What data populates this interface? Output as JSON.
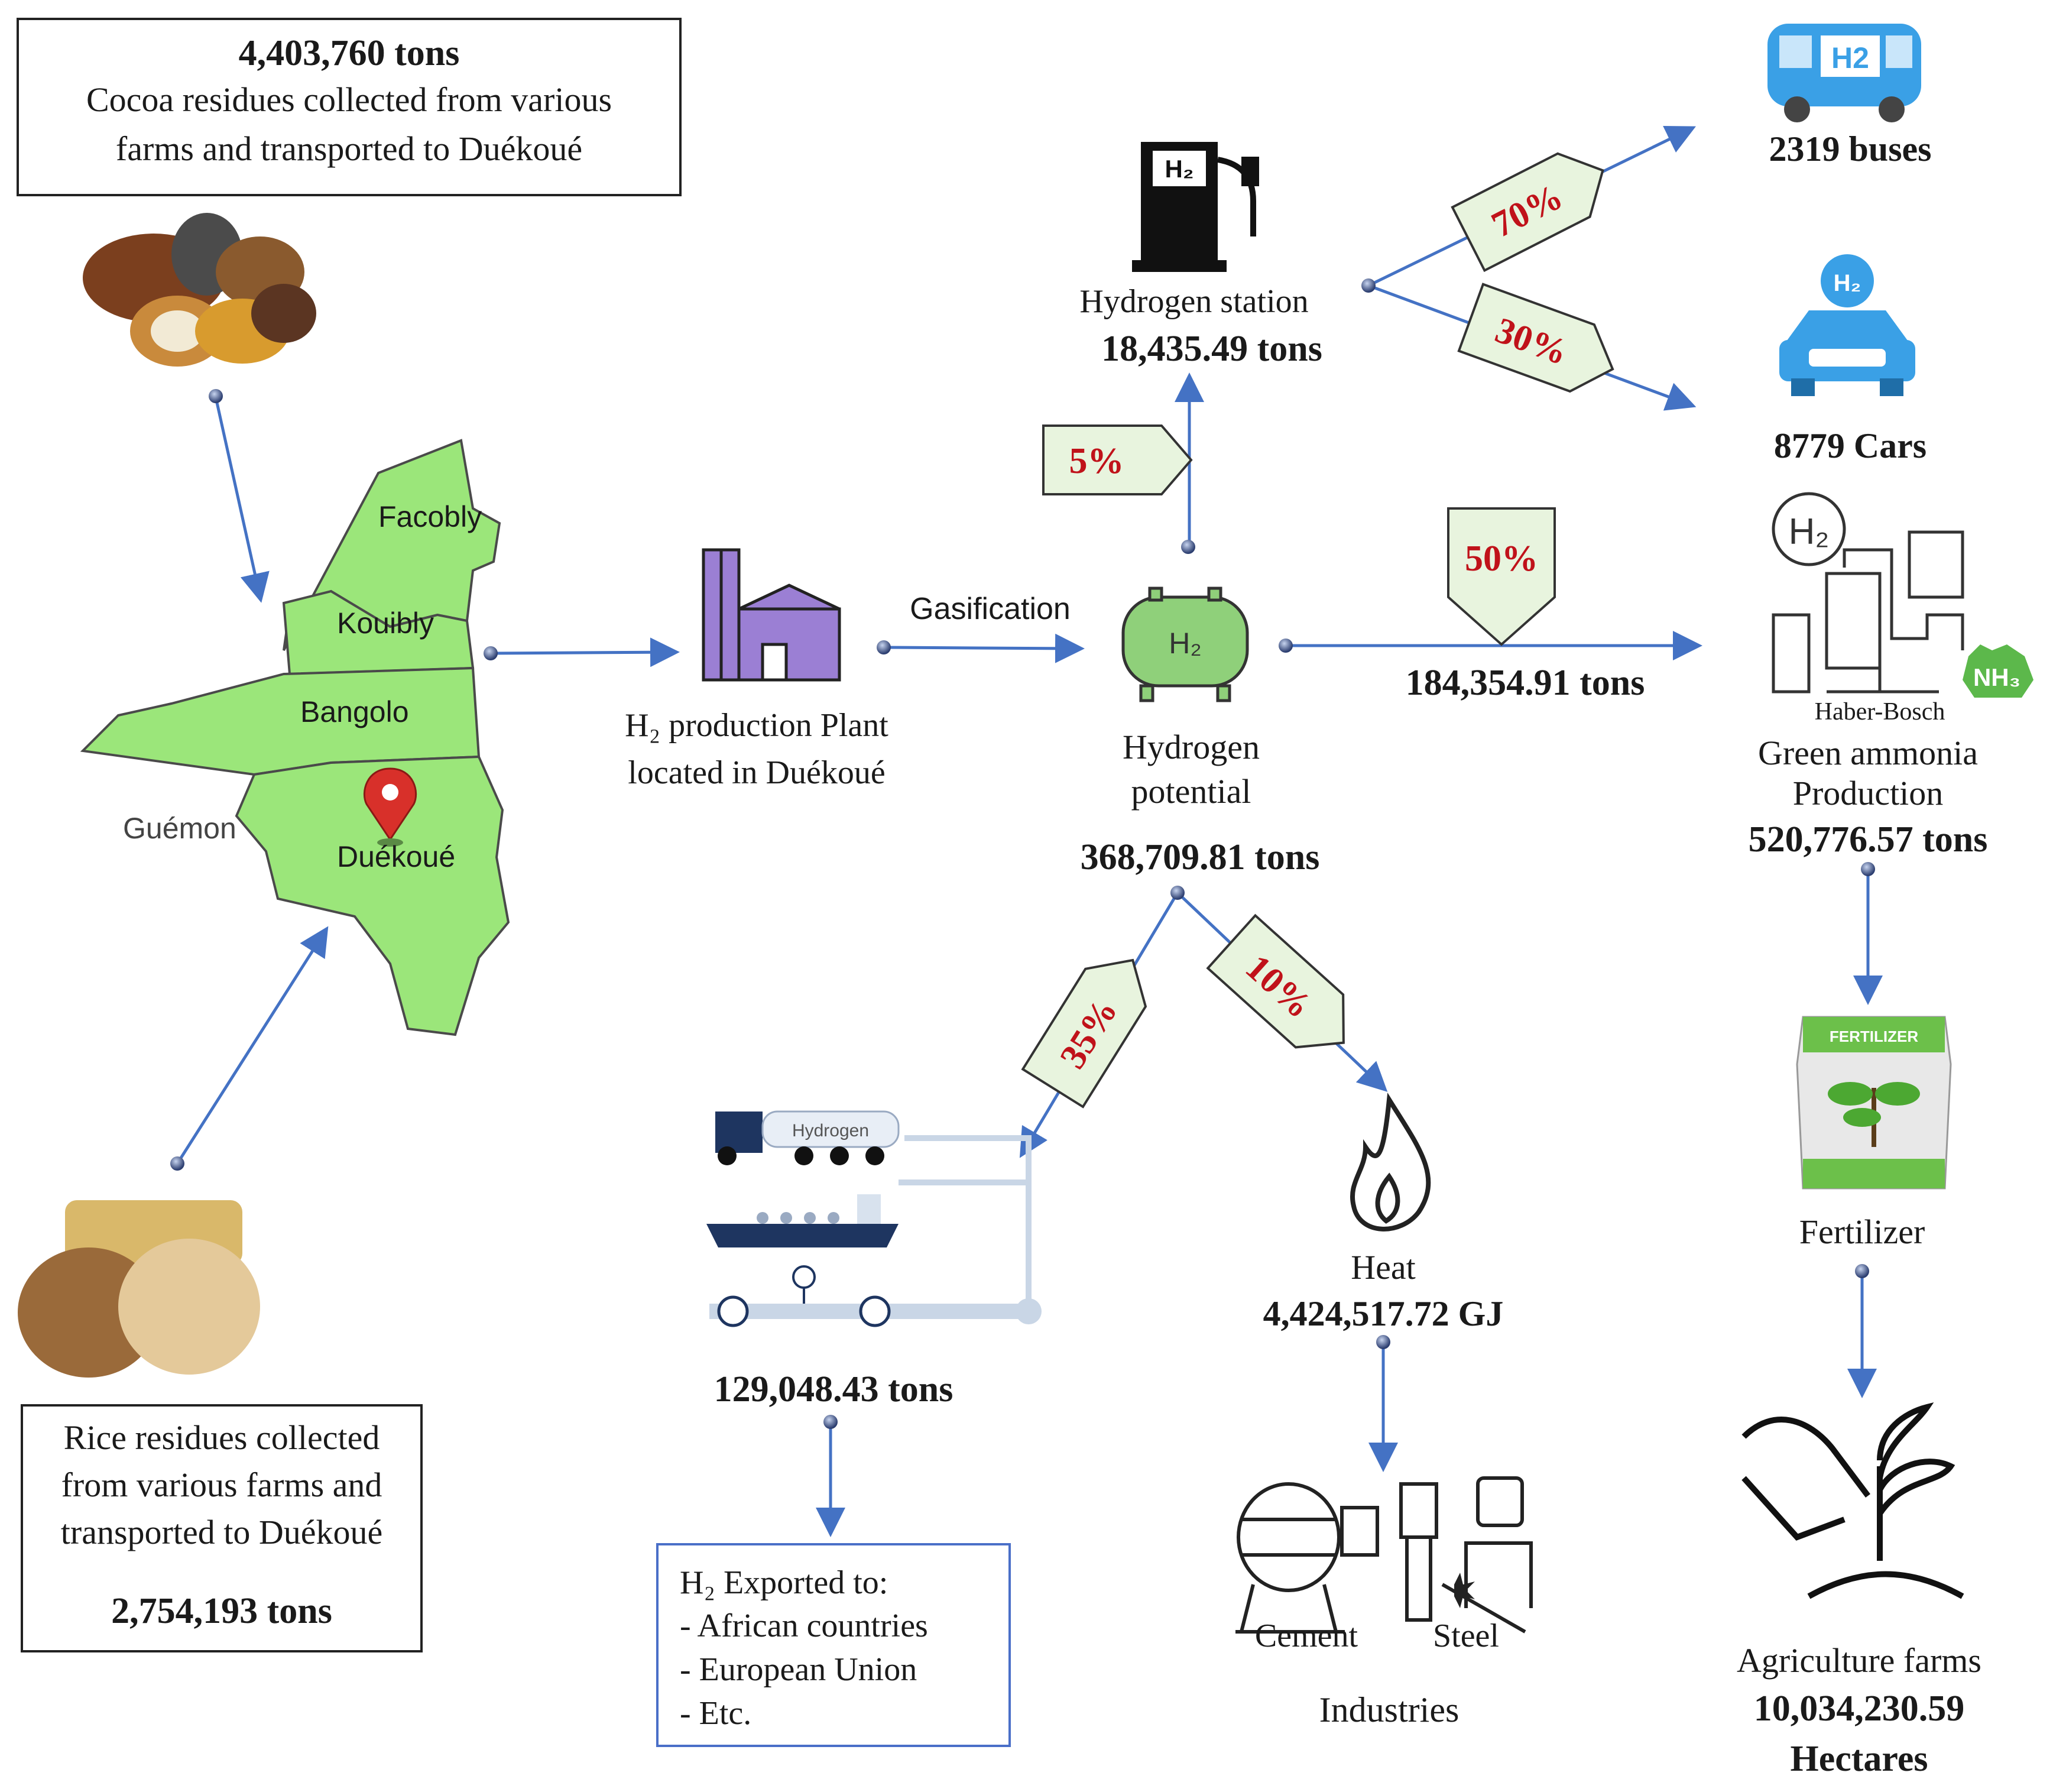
{
  "cocoa": {
    "amount": "4,403,760 tons",
    "line1": "Cocoa residues collected from various",
    "line2": "farms and transported to Duékoué"
  },
  "rice": {
    "line1": "Rice residues collected",
    "line2": "from various farms and",
    "line3": "transported to Duékoué",
    "amount": "2,754,193 tons"
  },
  "map": {
    "facobly": "Facobly",
    "kouibly": "Kouibly",
    "bangolo": "Bangolo",
    "guemon": "Guémon",
    "duekoue": "Duékoué"
  },
  "plant": {
    "line1": "H₂ production Plant",
    "line2": "located in Duékoué"
  },
  "process": {
    "gasification": "Gasification"
  },
  "hydrogen": {
    "line1": "Hydrogen",
    "line2": "potential",
    "amount": "368,709.81 tons"
  },
  "station": {
    "label": "Hydrogen station",
    "amount": "18,435.49 tons",
    "icon_text": "H₂"
  },
  "shares": {
    "station": "5%",
    "ammonia": "50%",
    "buses": "70%",
    "cars": "30%",
    "export": "35%",
    "heat": "10%"
  },
  "buses": {
    "label": "2319 buses",
    "icon_text": "H2"
  },
  "cars": {
    "label": "8779 Cars",
    "icon_text": "H₂"
  },
  "ammonia": {
    "flow_amount": "184,354.91 tons",
    "haber": "Haber-Bosch",
    "line1": "Green ammonia",
    "line2": "Production",
    "amount": "520,776.57 tons",
    "nh3": "NH₃",
    "h2": "H₂"
  },
  "fertilizer": {
    "label": "Fertilizer",
    "bag_text": "FERTILIZER"
  },
  "agriculture": {
    "line1": "Agriculture farms",
    "line2": "10,034,230.59",
    "line3": "Hectares"
  },
  "export": {
    "amount": "129,048.43 tons",
    "title": "H₂ Exported to:",
    "item1": "- African countries",
    "item2": "- European Union",
    "item3": "- Etc.",
    "truck_text": "Hydrogen"
  },
  "heat": {
    "label": "Heat",
    "amount": "4,424,517.72 GJ"
  },
  "industries": {
    "cement": "Cement",
    "steel": "Steel",
    "label": "Industries"
  },
  "colors": {
    "arrow": "#4472c4",
    "map_fill": "#9be67a",
    "tag_fill": "#e8f4de",
    "tag_text": "#c0121a",
    "plant_purple": "#9b7fd4",
    "tank_green": "#8fd07a",
    "vehicle_blue": "#3aa0e6"
  }
}
